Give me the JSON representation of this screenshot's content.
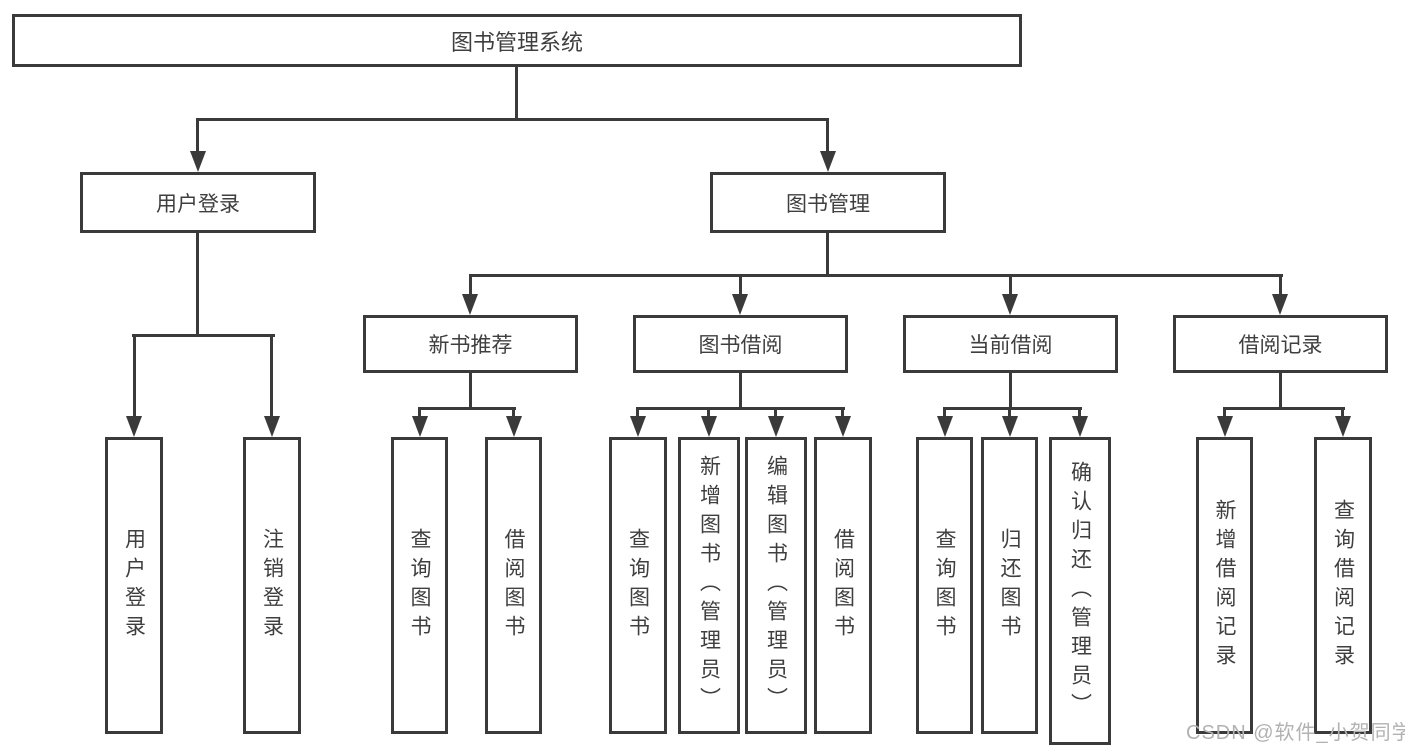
{
  "colors": {
    "background": "#ffffff",
    "line": "#3a3a3a",
    "box_border": "#3a3a3a",
    "text": "#3f3f3f",
    "watermark": "#b2b2b2"
  },
  "watermark": "CSDN @软件_小贺同学",
  "nodes": {
    "root": "图书管理系统",
    "user_login": "用户登录",
    "book_mgmt": "图书管理",
    "new_book_rec": "新书推荐",
    "book_borrow": "图书借阅",
    "current_borrow": "当前借阅",
    "borrow_records": "借阅记录",
    "leaf_user_login": "用户登录",
    "leaf_logout": "注销登录",
    "leaf_nbr_query_books": "查询图书",
    "leaf_nbr_borrow_books": "借阅图书",
    "leaf_bb_query_books": "查询图书",
    "leaf_bb_add_books": "新增图书（管理员）",
    "leaf_bb_edit_books": "编辑图书（管理员）",
    "leaf_bb_borrow_books": "借阅图书",
    "leaf_cb_query_books": "查询图书",
    "leaf_cb_return_books": "归还图书",
    "leaf_cb_confirm_return": "确认归还（管理员）",
    "leaf_br_add_record": "新增借阅记录",
    "leaf_br_query_record": "查询借阅记录"
  }
}
